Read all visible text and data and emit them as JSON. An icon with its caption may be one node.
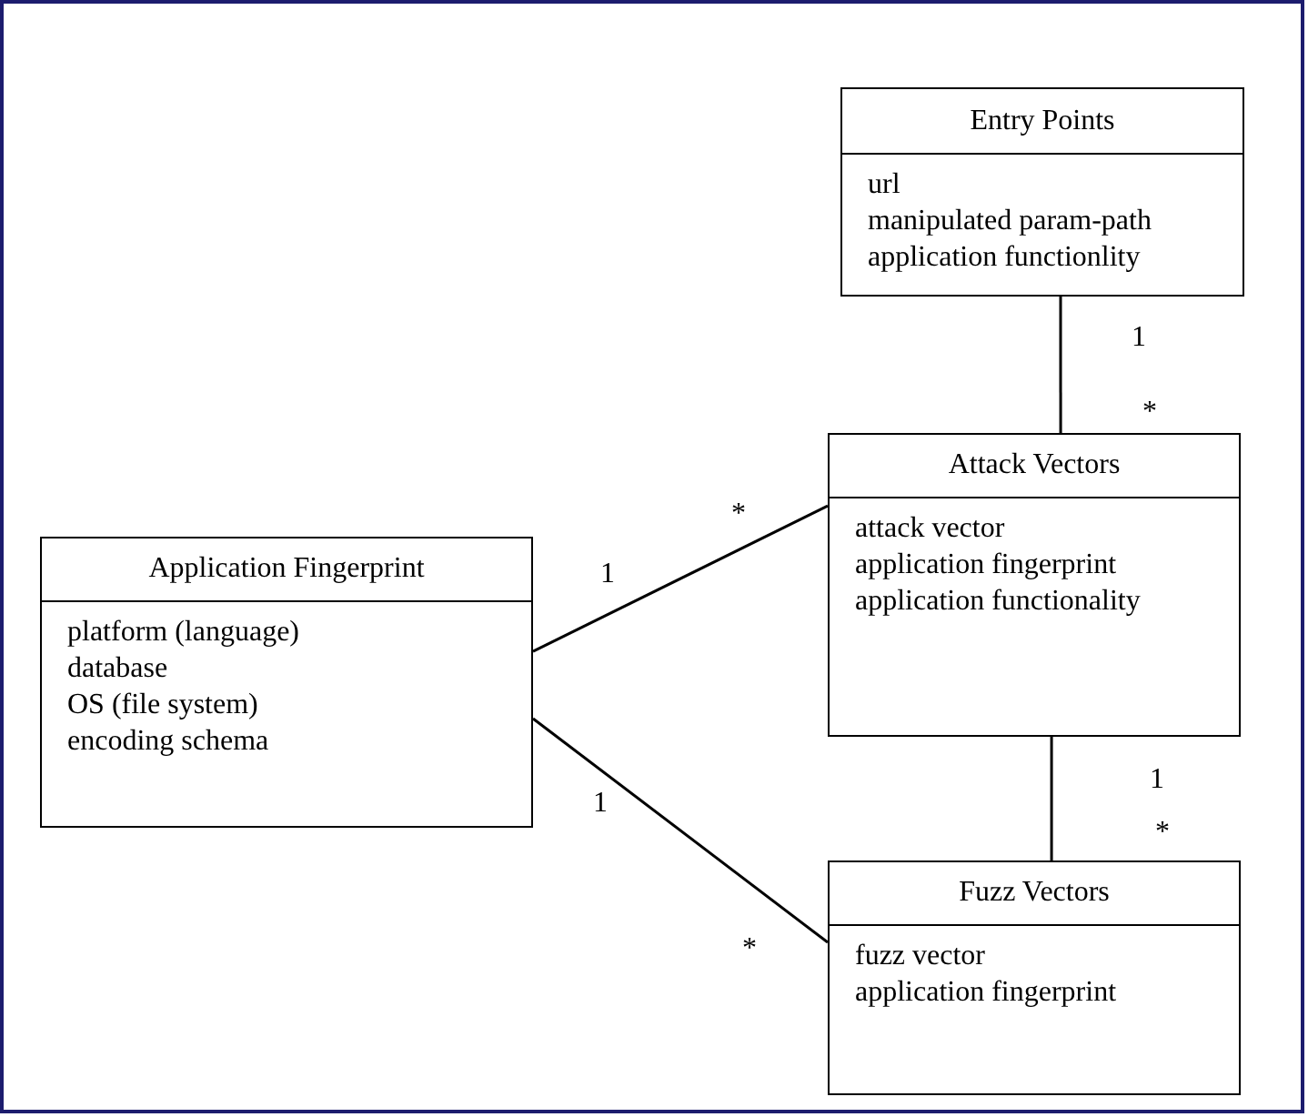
{
  "diagram": {
    "nodes": [
      {
        "text": [
          "Entry Points",
          "url",
          "manipulated param-path",
          "application functionlity"
        ]
      },
      {
        "text": [
          "Attack Vectors",
          "attack vector",
          "application fingerprint",
          "application functionality"
        ]
      },
      {
        "text": [
          "Application Fingerprint",
          "platform (language)",
          "database",
          "OS (file system)",
          "encoding schema"
        ]
      },
      {
        "text": [
          "Fuzz Vectors",
          "fuzz vector",
          "application fingerprint"
        ]
      }
    ],
    "edges": [
      {
        "from": 0,
        "to": 1,
        "arrow": "none"
      },
      {
        "from": 2,
        "to": 1,
        "arrow": "none"
      },
      {
        "from": 2,
        "to": 3,
        "arrow": "none"
      },
      {
        "from": 1,
        "to": 3,
        "arrow": "none"
      }
    ],
    "labels": [
      "1",
      "*",
      "*",
      "1",
      "1",
      "*",
      "1",
      "*"
    ]
  }
}
